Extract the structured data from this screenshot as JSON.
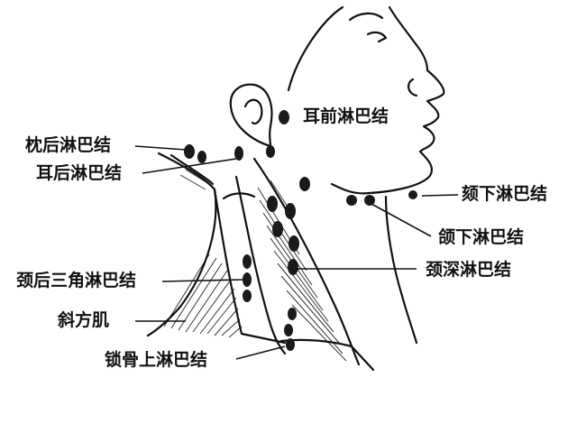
{
  "diagram": {
    "labels": {
      "preauricular": "耳前淋巴结",
      "occipital": "枕后淋巴结",
      "postauricular": "耳后淋巴结",
      "submental": "颏下淋巴结",
      "submandibular": "颌下淋巴结",
      "deep_cervical": "颈深淋巴结",
      "posterior_triangle": "颈后三角淋巴结",
      "trapezius": "斜方肌",
      "supraclavicular": "锁骨上淋巴结"
    },
    "colors": {
      "line": "#111111",
      "node": "#1a1a1a",
      "background": "#ffffff"
    }
  }
}
